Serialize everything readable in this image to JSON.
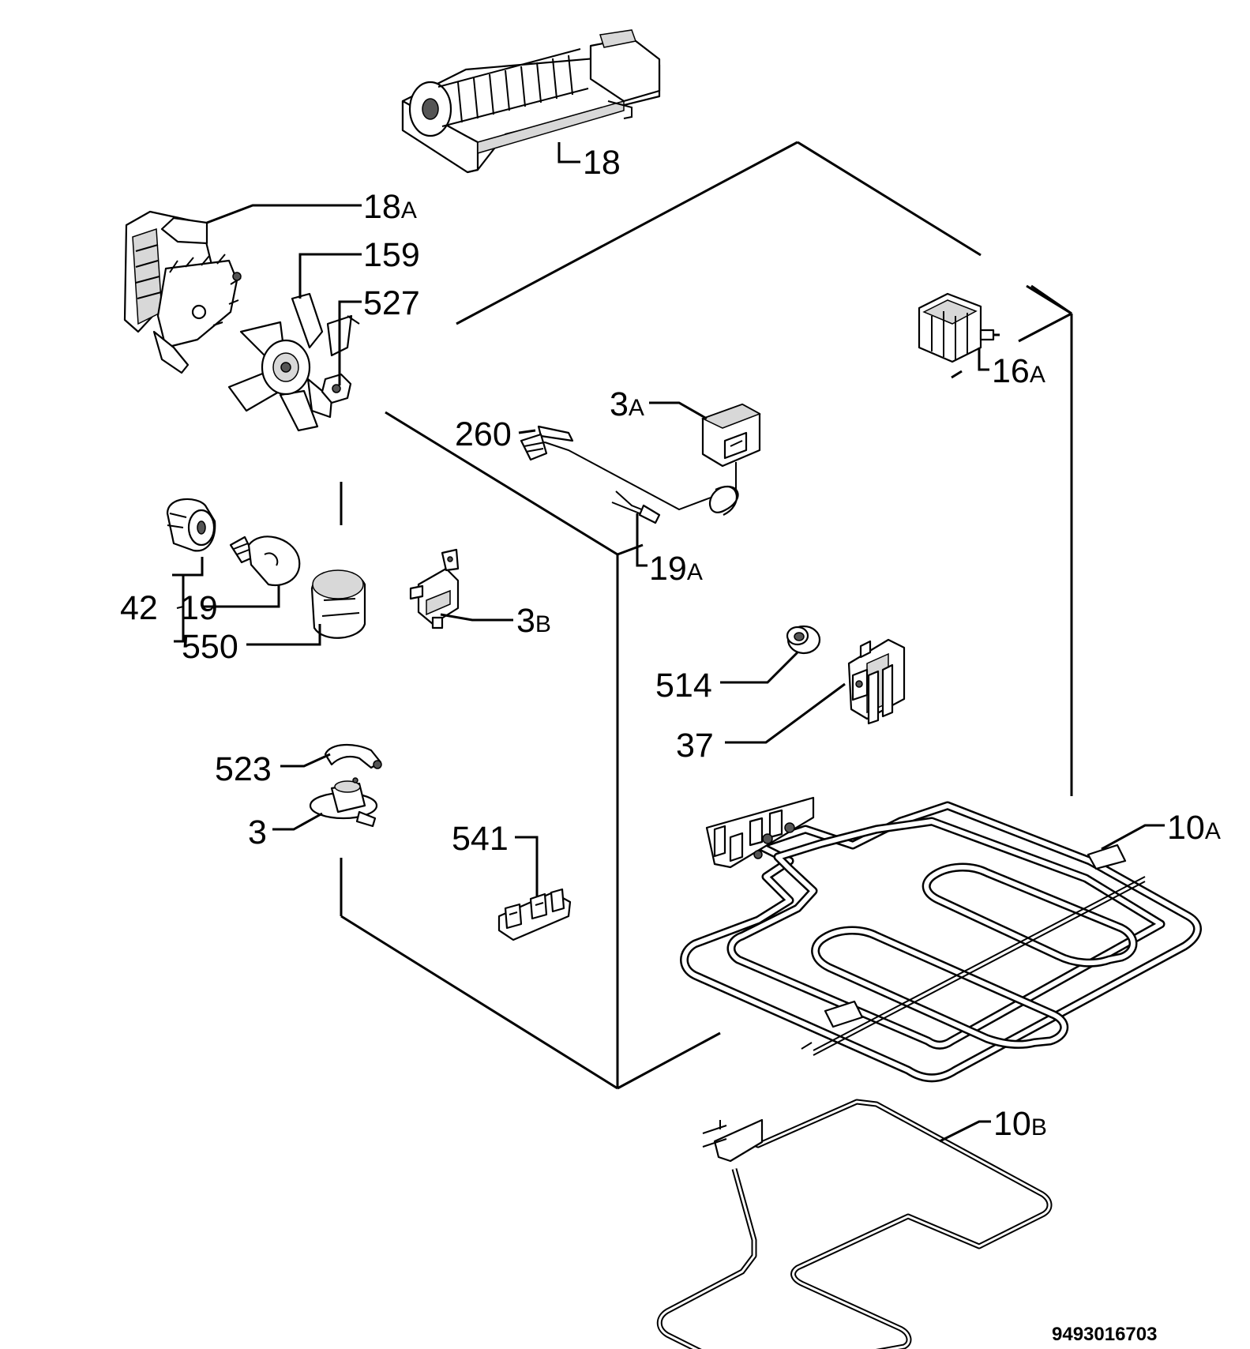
{
  "diagram": {
    "labels": {
      "p18": {
        "num": "18",
        "suffix": ""
      },
      "p18a": {
        "num": "18",
        "suffix": "A"
      },
      "p159": {
        "num": "159",
        "suffix": ""
      },
      "p527": {
        "num": "527",
        "suffix": ""
      },
      "p16a": {
        "num": "16",
        "suffix": "A"
      },
      "p3a": {
        "num": "3",
        "suffix": "A"
      },
      "p260": {
        "num": "260",
        "suffix": ""
      },
      "p19a": {
        "num": "19",
        "suffix": "A"
      },
      "p42": {
        "num": "42",
        "suffix": ""
      },
      "p19": {
        "num": "19",
        "suffix": ""
      },
      "p550": {
        "num": "550",
        "suffix": ""
      },
      "p3b": {
        "num": "3",
        "suffix": "B"
      },
      "p514": {
        "num": "514",
        "suffix": ""
      },
      "p37": {
        "num": "37",
        "suffix": ""
      },
      "p523": {
        "num": "523",
        "suffix": ""
      },
      "p3": {
        "num": "3",
        "suffix": ""
      },
      "p541": {
        "num": "541",
        "suffix": ""
      },
      "p10a": {
        "num": "10",
        "suffix": "A"
      },
      "p10b": {
        "num": "10",
        "suffix": "B"
      }
    },
    "document_number": "9493016703"
  }
}
